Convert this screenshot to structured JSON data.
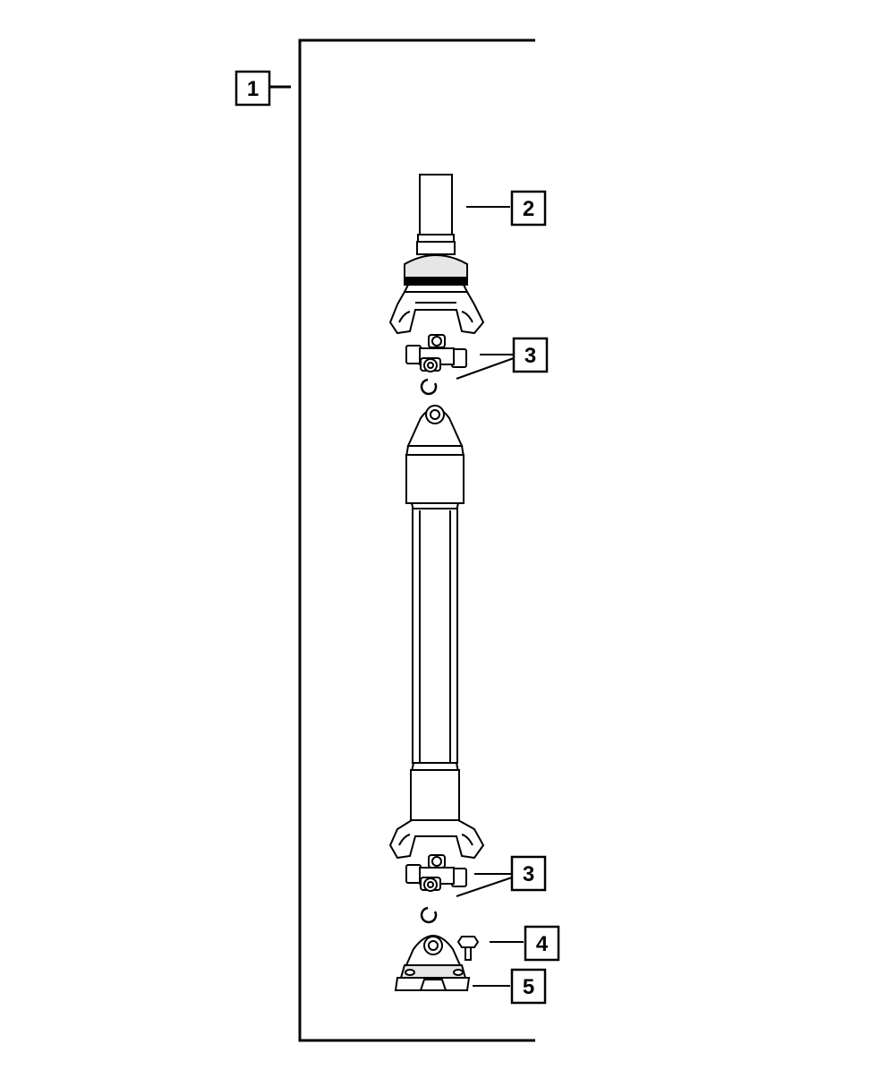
{
  "diagram": {
    "colors": {
      "line": "#000000",
      "part_fill": "#ffffff",
      "shade": "#e6e6e6"
    },
    "callouts": [
      {
        "id": "c1",
        "label": "1"
      },
      {
        "id": "c2",
        "label": "2"
      },
      {
        "id": "c3a",
        "label": "3"
      },
      {
        "id": "c3b",
        "label": "3"
      },
      {
        "id": "c4",
        "label": "4"
      },
      {
        "id": "c5",
        "label": "5"
      }
    ]
  }
}
